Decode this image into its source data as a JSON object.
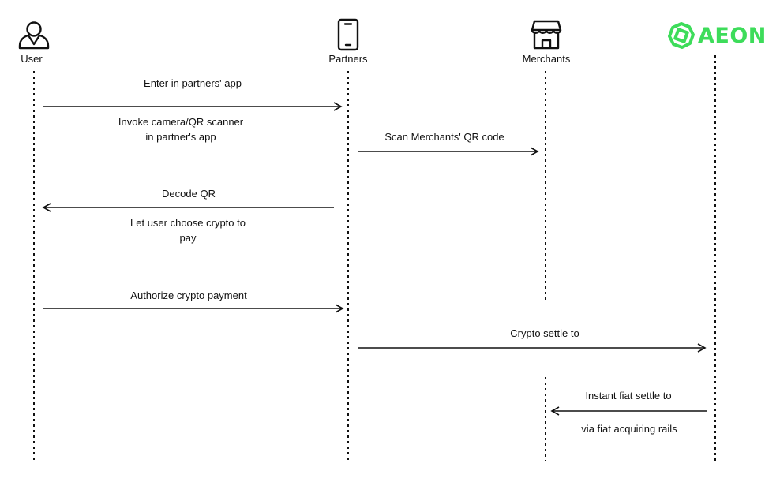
{
  "actors": {
    "user": {
      "label": "User"
    },
    "partners": {
      "label": "Partners"
    },
    "merchants": {
      "label": "Merchants"
    },
    "aeon": {
      "logo_text": "AEON"
    }
  },
  "messages": [
    {
      "label": "Enter in partners' app",
      "from": "user",
      "to": "partners"
    },
    {
      "label": "Invoke camera/QR scanner\nin partner's app",
      "from": "user",
      "to": "partners"
    },
    {
      "label": "Scan Merchants' QR code",
      "from": "partners",
      "to": "merchants"
    },
    {
      "label": "Decode QR",
      "from": "partners",
      "to": "user"
    },
    {
      "label": "Let user choose crypto to\npay",
      "from": "partners",
      "to": "user"
    },
    {
      "label": "Authorize crypto payment",
      "from": "user",
      "to": "partners"
    },
    {
      "label": "Crypto settle to",
      "from": "partners",
      "to": "aeon"
    },
    {
      "label": "Instant fiat settle to",
      "from": "aeon",
      "to": "merchants"
    },
    {
      "label": "via fiat acquiring rails",
      "from": "aeon",
      "to": "merchants"
    }
  ],
  "colors": {
    "line": "#111111",
    "aeon_green": "#3ddc5a"
  }
}
